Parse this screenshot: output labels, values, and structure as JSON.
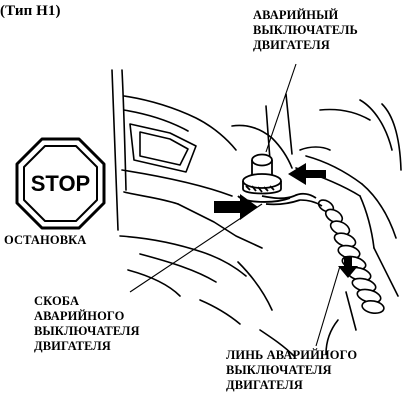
{
  "variant_label": "(Тип H1)",
  "stop_sign": {
    "word": "STOP",
    "caption": "ОСТАНОВКА"
  },
  "callouts": {
    "kill_switch": [
      "АВАРИЙНЫЙ",
      "ВЫКЛЮЧАТЕЛЬ",
      "ДВИГАТЕЛЯ"
    ],
    "kill_switch_clip": [
      "СКОБА",
      "АВАРИЙНОГО",
      "ВЫКЛЮЧАТЕЛЯ",
      "ДВИГАТЕЛЯ"
    ],
    "kill_switch_lanyard": [
      "ЛИНЬ АВАРИЙНОГО",
      "ВЫКЛЮЧАТЕЛЯ",
      "ДВИГАТЕЛЯ"
    ]
  },
  "colors": {
    "ink": "#000000",
    "paper": "#ffffff"
  }
}
